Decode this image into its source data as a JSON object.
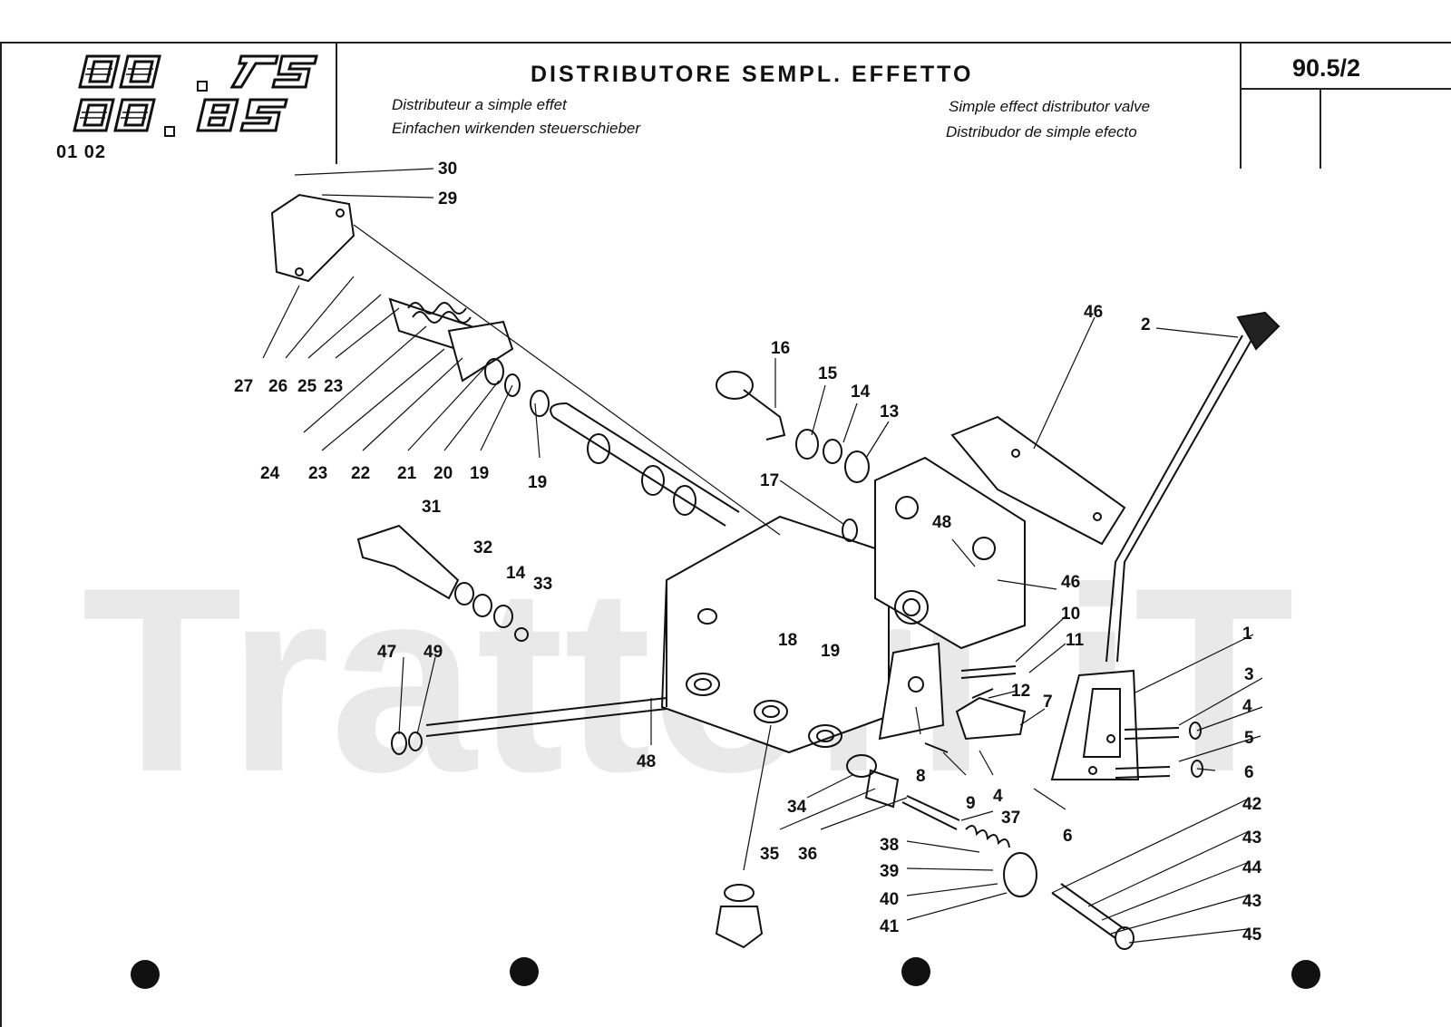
{
  "header": {
    "logo_models": [
      "80.75",
      "80.85"
    ],
    "model_codes": "01 02",
    "title": "DISTRIBUTORE SEMPL. EFFETTO",
    "subtitle_fr": "Distributeur a simple effet",
    "subtitle_de": "Einfachen wirkenden steuerschieber",
    "subtitle_en": "Simple effect distributor valve",
    "subtitle_es": "Distribudor de simple efecto",
    "page_code": "90.5/2"
  },
  "watermark": "Trattori iT",
  "labels": [
    "30",
    "29",
    "27",
    "26",
    "25",
    "23",
    "24",
    "23",
    "22",
    "21",
    "20",
    "19",
    "19",
    "16",
    "15",
    "14",
    "13",
    "17",
    "46",
    "2",
    "31",
    "32",
    "14",
    "33",
    "48",
    "46",
    "18",
    "19",
    "10",
    "11",
    "12",
    "7",
    "1",
    "3",
    "4",
    "5",
    "6",
    "47",
    "49",
    "48",
    "8",
    "9",
    "4",
    "6",
    "34",
    "35",
    "36",
    "37",
    "38",
    "39",
    "40",
    "41",
    "42",
    "43",
    "44",
    "43",
    "45"
  ],
  "colors": {
    "ink": "#111111",
    "watermark": "#e9e9e9"
  }
}
